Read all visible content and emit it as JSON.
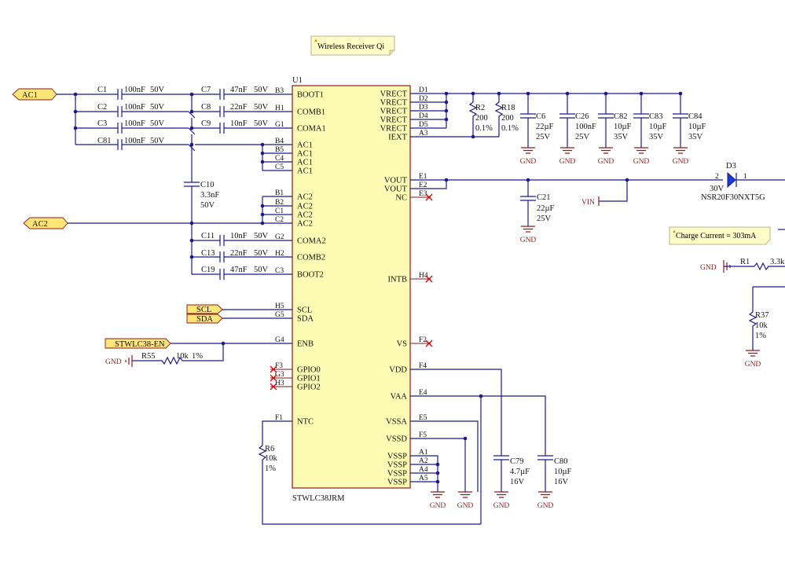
{
  "note_wireless": "Wireless Receiver Qi",
  "note_charge": "Charge Current = 303mA",
  "ic": {
    "ref": "U1",
    "part": "STWLC38JRM",
    "left_pins": [
      {
        "pin": "B3",
        "name": "BOOT1"
      },
      {
        "pin": "H1",
        "name": "COMB1"
      },
      {
        "pin": "G1",
        "name": "COMA1"
      },
      {
        "pin": "B4",
        "name": "AC1"
      },
      {
        "pin": "B5",
        "name": "AC1"
      },
      {
        "pin": "C4",
        "name": "AC1"
      },
      {
        "pin": "C5",
        "name": "AC1"
      },
      {
        "pin": "B1",
        "name": "AC2"
      },
      {
        "pin": "B2",
        "name": "AC2"
      },
      {
        "pin": "C1",
        "name": "AC2"
      },
      {
        "pin": "C2",
        "name": "AC2"
      },
      {
        "pin": "G2",
        "name": "COMA2"
      },
      {
        "pin": "H2",
        "name": "COMB2"
      },
      {
        "pin": "C3",
        "name": "BOOT2"
      },
      {
        "pin": "H5",
        "name": "SCL"
      },
      {
        "pin": "G5",
        "name": "SDA"
      },
      {
        "pin": "G4",
        "name": "ENB"
      },
      {
        "pin": "F3",
        "name": "GPIO0"
      },
      {
        "pin": "G3",
        "name": "GPIO1"
      },
      {
        "pin": "H3",
        "name": "GPIO2"
      },
      {
        "pin": "F1",
        "name": "NTC"
      }
    ],
    "right_pins": [
      {
        "pin": "D1",
        "name": "VRECT"
      },
      {
        "pin": "D2",
        "name": "VRECT"
      },
      {
        "pin": "D3",
        "name": "VRECT"
      },
      {
        "pin": "D4",
        "name": "VRECT"
      },
      {
        "pin": "D5",
        "name": "VRECT"
      },
      {
        "pin": "A3",
        "name": "IEXT"
      },
      {
        "pin": "E1",
        "name": "VOUT"
      },
      {
        "pin": "E2",
        "name": "VOUT"
      },
      {
        "pin": "E3",
        "name": "NC"
      },
      {
        "pin": "H4",
        "name": "INTB"
      },
      {
        "pin": "F2",
        "name": "VS"
      },
      {
        "pin": "F4",
        "name": "VDD"
      },
      {
        "pin": "E4",
        "name": "VAA"
      },
      {
        "pin": "E5",
        "name": "VSSA"
      },
      {
        "pin": "F5",
        "name": "VSSD"
      },
      {
        "pin": "A1",
        "name": "VSSP"
      },
      {
        "pin": "A2",
        "name": "VSSP"
      },
      {
        "pin": "A4",
        "name": "VSSP"
      },
      {
        "pin": "A5",
        "name": "VSSP"
      }
    ]
  },
  "net_labels": {
    "ac1": "AC1",
    "ac2": "AC2",
    "scl": "SCL",
    "sda": "SDA",
    "en": "STWLC38-EN",
    "vin": "VIN",
    "gnd": "GND"
  },
  "caps_left": [
    {
      "ref": "C1",
      "val": "100nF",
      "volt": "50V"
    },
    {
      "ref": "C2",
      "val": "100nF",
      "volt": "50V"
    },
    {
      "ref": "C3",
      "val": "100nF",
      "volt": "50V"
    },
    {
      "ref": "C81",
      "val": "100nF",
      "volt": "50V"
    },
    {
      "ref": "C7",
      "val": "47nF",
      "volt": "50V"
    },
    {
      "ref": "C8",
      "val": "22nF",
      "volt": "50V"
    },
    {
      "ref": "C9",
      "val": "10nF",
      "volt": "50V"
    },
    {
      "ref": "C11",
      "val": "10nF",
      "volt": "50V"
    },
    {
      "ref": "C13",
      "val": "22nF",
      "volt": "50V"
    },
    {
      "ref": "C19",
      "val": "47nF",
      "volt": "50V"
    }
  ],
  "c10": {
    "ref": "C10",
    "val": "3.3nF",
    "volt": "50V"
  },
  "r2": {
    "ref": "R2",
    "val": "200",
    "tol": "0.1%"
  },
  "r18": {
    "ref": "R18",
    "val": "200",
    "tol": "0.1%"
  },
  "caps_right": [
    {
      "ref": "C6",
      "val": "22µF",
      "volt": "25V"
    },
    {
      "ref": "C26",
      "val": "100nF",
      "volt": "25V"
    },
    {
      "ref": "C82",
      "val": "10µF",
      "volt": "35V"
    },
    {
      "ref": "C83",
      "val": "10µF",
      "volt": "35V"
    },
    {
      "ref": "C84",
      "val": "10µF",
      "volt": "35V"
    }
  ],
  "c21": {
    "ref": "C21",
    "val": "22µF",
    "volt": "25V"
  },
  "d3": {
    "ref": "D3",
    "volt": "30V",
    "part": "NSR20F30NXT5G",
    "pin_a": "2",
    "pin_k": "1"
  },
  "r55": {
    "ref": "R55",
    "val": "10k",
    "tol": "1%"
  },
  "r6": {
    "ref": "R6",
    "val": "10k",
    "tol": "1%"
  },
  "c79": {
    "ref": "C79",
    "val": "4.7µF",
    "volt": "16V"
  },
  "c80": {
    "ref": "C80",
    "val": "10µF",
    "volt": "16V"
  },
  "r1": {
    "ref": "R1",
    "val": "3.3k"
  },
  "r37": {
    "ref": "R37",
    "val": "10k",
    "tol": "1%"
  }
}
